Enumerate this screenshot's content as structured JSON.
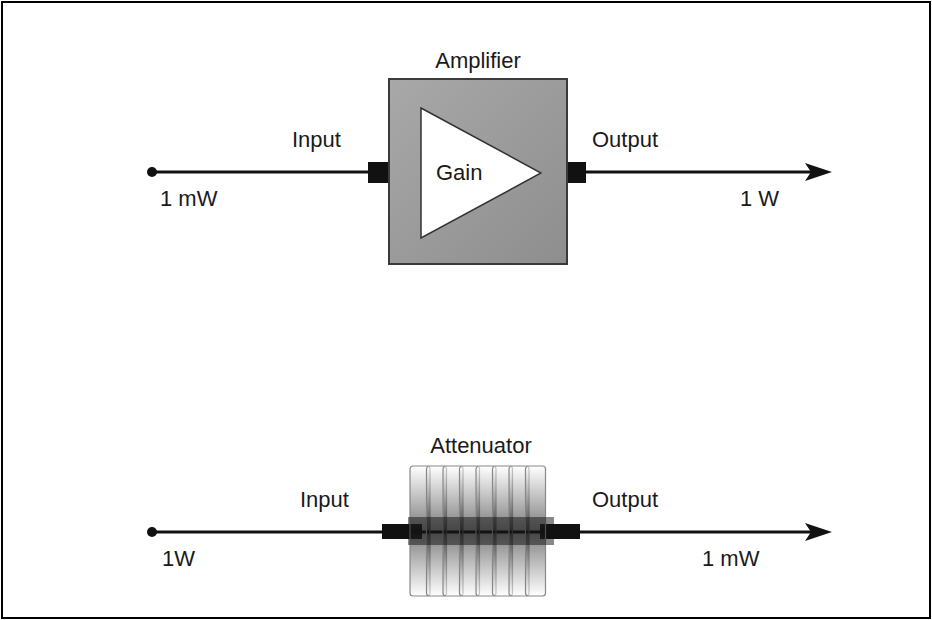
{
  "diagram": {
    "nodes": [
      {
        "text": [
          "Amplifier"
        ]
      },
      {
        "text": [
          "Gain"
        ],
        "in": 0
      },
      {
        "text": [
          "Attenuator"
        ]
      }
    ],
    "labels": [
      "Input",
      "1 mW",
      "Output",
      "1 W",
      "Input",
      "1W",
      "Output",
      "1 mW"
    ]
  }
}
